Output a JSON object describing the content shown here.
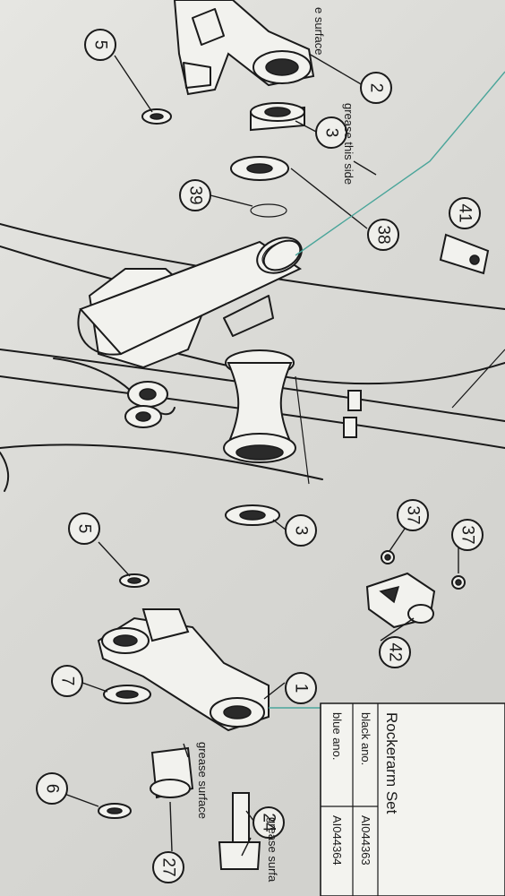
{
  "notes": {
    "surface_top": "e surface",
    "grease_this_side": "grease this side",
    "grease_surface_1": "grease surface",
    "grease_surface_2": "grease surfa"
  },
  "callouts": [
    {
      "label": "2"
    },
    {
      "label": "5"
    },
    {
      "label": "3"
    },
    {
      "label": "39"
    },
    {
      "label": "38"
    },
    {
      "label": "41"
    },
    {
      "label": "5"
    },
    {
      "label": "3"
    },
    {
      "label": "37"
    },
    {
      "label": "37"
    },
    {
      "label": "42"
    },
    {
      "label": "7"
    },
    {
      "label": "1"
    },
    {
      "label": "6"
    },
    {
      "label": "27"
    },
    {
      "label": "24"
    }
  ],
  "table": {
    "title": "Rockerarm Set",
    "rows": [
      {
        "color": "black ano.",
        "code": "AI044363"
      },
      {
        "color": "blue ano.",
        "code": "AI044364"
      }
    ]
  }
}
